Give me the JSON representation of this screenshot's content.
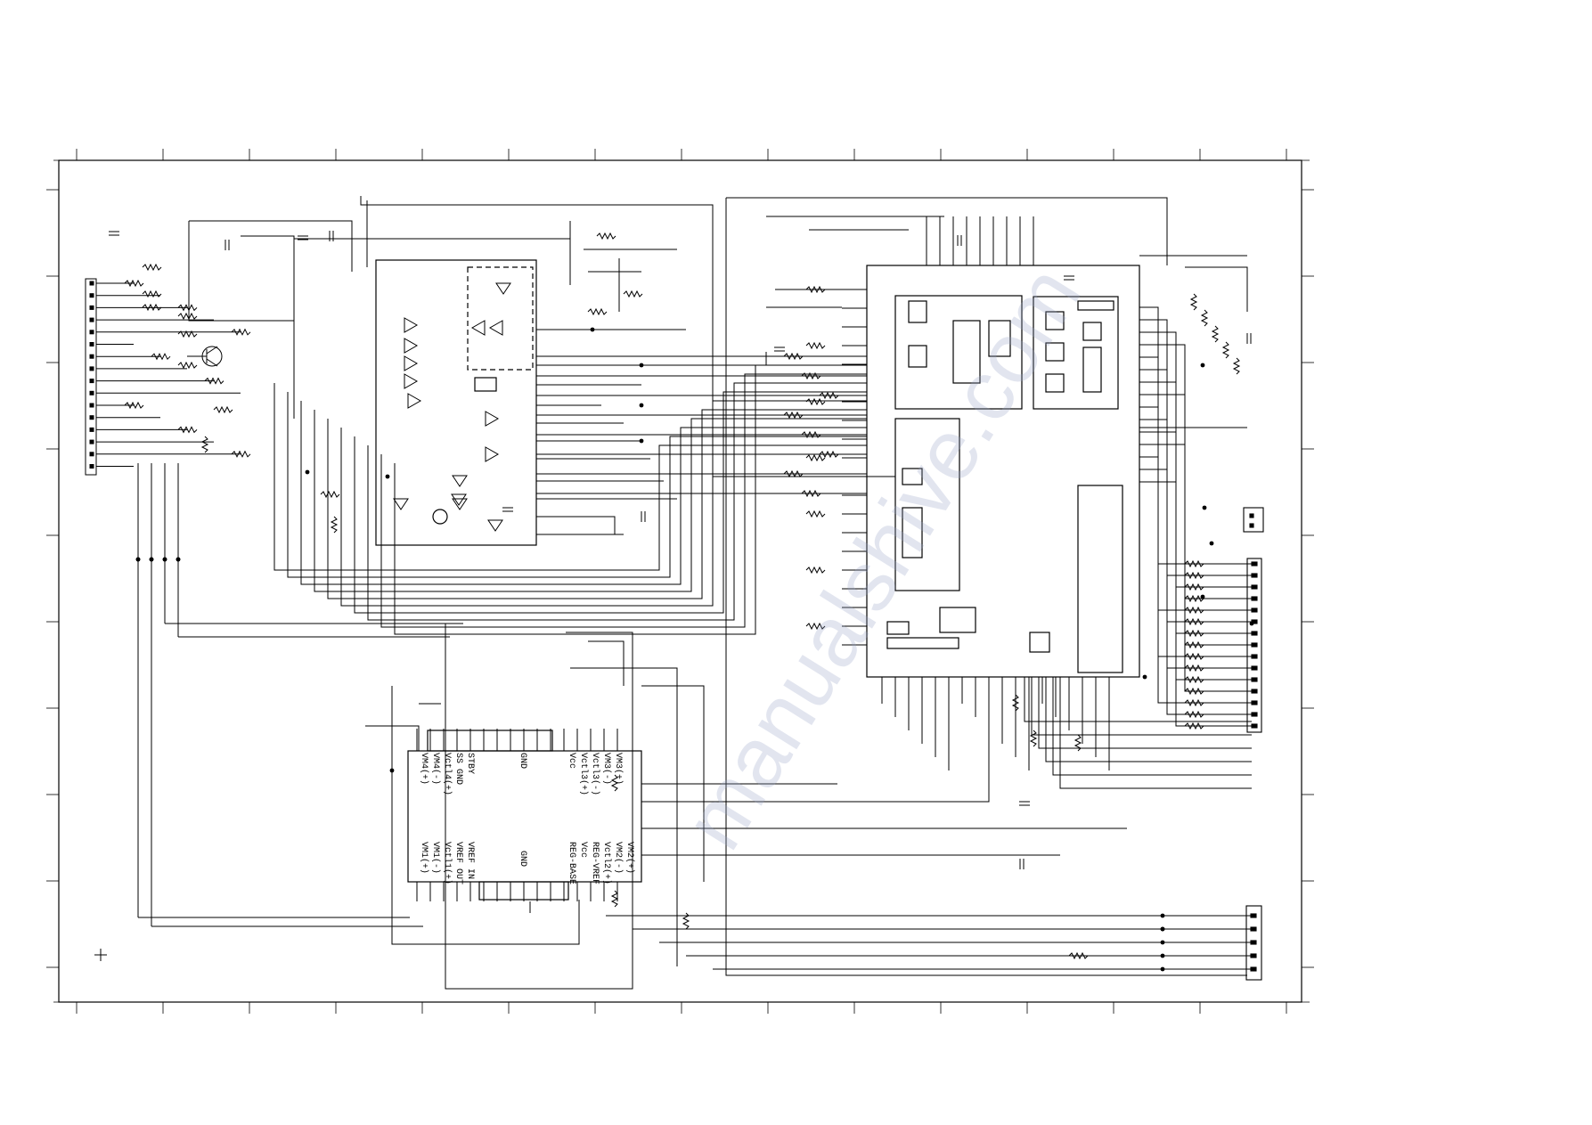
{
  "watermark": "manualshive.com",
  "driver_ic": {
    "top_row_pins": [
      "STBY",
      "SS GND",
      "Vctl4(+)",
      "VM4(-)",
      "VM4(+)"
    ],
    "top_gnd": "GND",
    "top_right_pins": [
      "VM3(+)",
      "VM3(-)",
      "Vctl3(-)",
      "Vctl3(+)",
      "Vcc"
    ],
    "bottom_left_pins": [
      "VREF IN",
      "VREF OUT",
      "Vctl1(+)",
      "VM1(-)",
      "VM1(+)"
    ],
    "bottom_gnd": "GND",
    "bottom_right_pins": [
      "VM2(+)",
      "VM2(-)",
      "Vctl2(+)",
      "REG-VREF",
      "Vcc",
      "REG-BASE"
    ]
  },
  "colors": {
    "line": "#000000",
    "background": "#ffffff",
    "watermark": "#9aa6c8"
  }
}
